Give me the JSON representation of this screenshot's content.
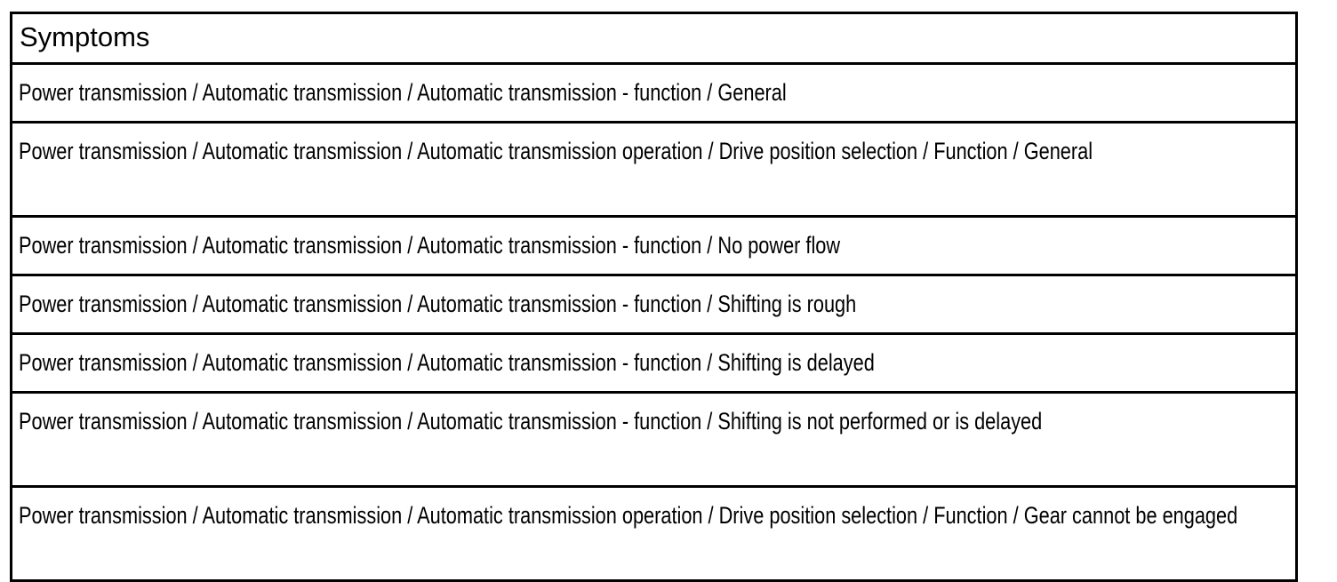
{
  "table": {
    "header": {
      "label": "Symptoms"
    },
    "rows": [
      {
        "text": "Power transmission / Automatic transmission / Automatic transmission - function / General",
        "lines": 1
      },
      {
        "text": "Power transmission / Automatic transmission / Automatic transmission operation / Drive position selection / Function / General",
        "lines": 2
      },
      {
        "text": "Power transmission / Automatic transmission / Automatic transmission - function / No power flow",
        "lines": 1
      },
      {
        "text": "Power transmission / Automatic transmission / Automatic transmission - function / Shifting is rough",
        "lines": 1
      },
      {
        "text": "Power transmission / Automatic transmission / Automatic transmission - function / Shifting is delayed",
        "lines": 1
      },
      {
        "text": "Power transmission / Automatic transmission / Automatic transmission - function / Shifting is not performed or is delayed",
        "lines": 2
      },
      {
        "text": "Power transmission / Automatic transmission / Automatic transmission operation / Drive position selection / Function / Gear cannot be engaged",
        "lines": 2
      }
    ]
  },
  "colors": {
    "border": "#000000",
    "text": "#000000",
    "background": "#ffffff"
  }
}
